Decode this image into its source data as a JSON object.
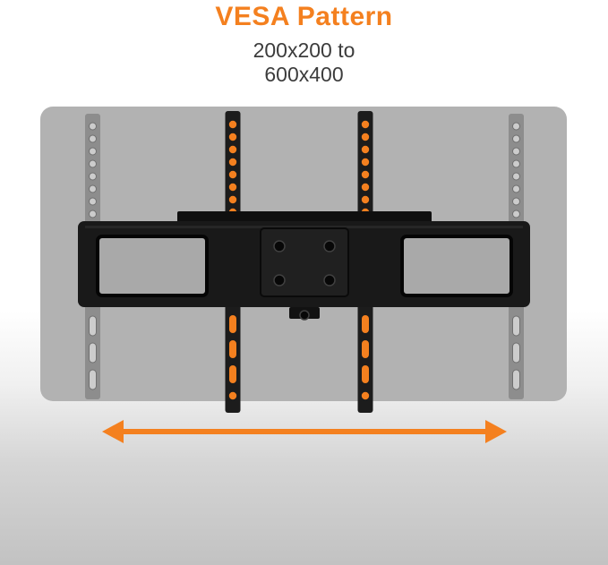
{
  "title": "VESA Pattern",
  "subtitle_line1": "200x200 to",
  "subtitle_line2": "600x400",
  "colors": {
    "accent": "#F4801F",
    "subtitle": "#3C3C3C",
    "tv": "#B2B2B2",
    "rail": "#1C1C1C",
    "ghost": "#8D8D8D",
    "ghost_hole": "#CCCCCC",
    "bracket": "#191919"
  },
  "icons": {
    "double_arrow": "↔"
  },
  "diagram": {
    "parts": [
      "tv-silhouette",
      "ghost-rail-left",
      "ghost-rail-right",
      "vesa-rail-left",
      "vesa-rail-right",
      "mount-bracket",
      "vesa-plate",
      "width-adjust-arrow"
    ]
  }
}
